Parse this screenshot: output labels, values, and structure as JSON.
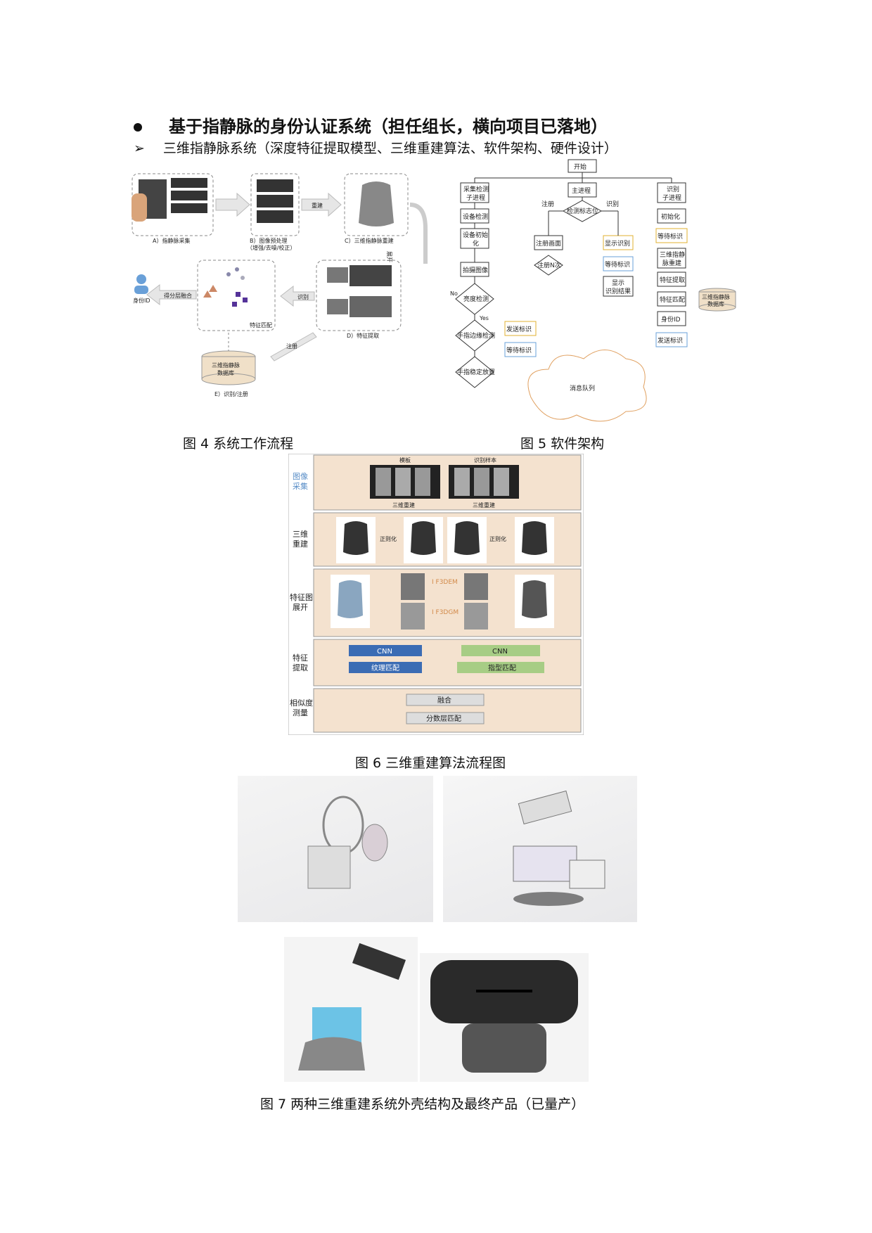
{
  "heading": {
    "title": "基于指静脉的身份认证系统（担任组长，横向项目已落地）"
  },
  "subheading": {
    "title": "三维指静脉系统（深度特征提取模型、三维重建算法、软件架构、硬件设计）"
  },
  "fig4": {
    "caption": "图 4  系统工作流程",
    "panel_a": "A）指静脉采集",
    "panel_b": "B）图像预处理",
    "panel_b2": "（增强/去噪/校正）",
    "panel_c": "C）三维指静脉重建",
    "panel_d": "D）特征提取",
    "panel_e": "E）识别/注册",
    "rebuild": "重建",
    "expand": "展开",
    "score_fusion": "得分层融合",
    "identify": "识别",
    "feature_match": "特征匹配",
    "register": "注册",
    "identity": "身份ID",
    "db": "三维指静脉",
    "db2": "数据库"
  },
  "fig5": {
    "caption": "图 5  软件架构",
    "start": "开始",
    "collect": "采集检测",
    "collect2": "子进程",
    "main": "主进程",
    "recog": "识别",
    "recog2": "子进程",
    "dev_detect": "设备检测",
    "dev_init": "设备初始",
    "dev_init2": "化",
    "capture": "拍摄图像",
    "brightness": "亮度检测",
    "edge": "手指边缘检测",
    "stable": "手指稳定放置",
    "register": "注册",
    "identify": "识别",
    "flag": "检测标志位",
    "reg_screen": "注册画面",
    "reg_n": "注册N次",
    "show_recog": "显示识别",
    "wait_flag": "等待标识",
    "show_result": "显示",
    "show_result2": "识别结果",
    "send_flag": "发送标识",
    "wait_flag2": "等待标识",
    "mq": "消息队列",
    "init": "初始化",
    "wait_flag3": "等待标识",
    "recon": "三维指静",
    "recon2": "脉重建",
    "feat": "特征提取",
    "match": "特征匹配",
    "id": "身份ID",
    "send_flag2": "发送标识",
    "db": "三维指静脉",
    "db2": "数据库",
    "yes": "Yes",
    "no": "No"
  },
  "fig6": {
    "caption": "图 6  三维重建算法流程图",
    "row1": "图像",
    "row1b": "采集",
    "row2": "三维",
    "row2b": "重建",
    "row3": "特征图",
    "row3b": "展开",
    "row4": "特征",
    "row4b": "提取",
    "row5": "相似度",
    "row5b": "测量",
    "template": "模板",
    "sample": "识别样本",
    "recon_a": "三维重建",
    "recon_b": "三维重建",
    "norm_a": "正则化",
    "norm_b": "正则化",
    "cnn_a": "CNN",
    "cnn_b": "CNN",
    "texture": "纹理匹配",
    "shape": "指型匹配",
    "fusion": "融合",
    "score": "分数层匹配",
    "lbl_a": "I F3DEM",
    "lbl_b": "I F3DGM"
  },
  "fig7": {
    "caption": "图 7  两种三维重建系统外壳结构及最终产品（已量产）"
  }
}
